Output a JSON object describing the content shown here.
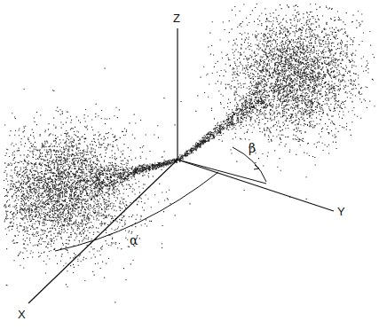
{
  "diagram": {
    "labels": [
      "Z",
      "X",
      "Y",
      "α",
      "β"
    ]
  }
}
